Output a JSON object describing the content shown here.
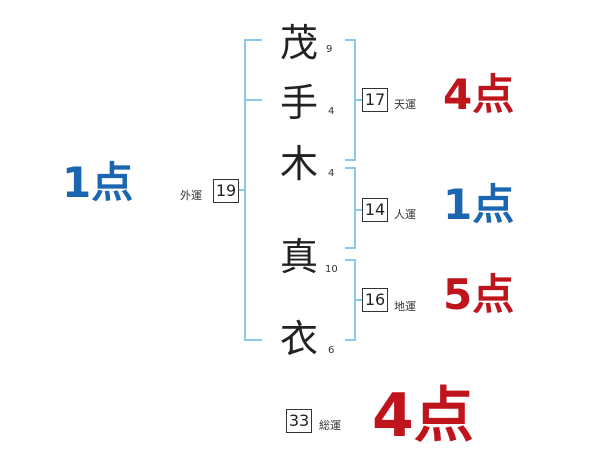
{
  "colors": {
    "red": "#c0141c",
    "blue": "#1a66b0",
    "bracket": "#8ec8e8"
  },
  "characters": [
    {
      "char": "茂",
      "strokes": "9"
    },
    {
      "char": "手",
      "strokes": "4"
    },
    {
      "char": "木",
      "strokes": "4"
    },
    {
      "char": "真",
      "strokes": "10"
    },
    {
      "char": "衣",
      "strokes": "6"
    }
  ],
  "gaikaku": {
    "label": "外運",
    "value": "19",
    "score": "1点"
  },
  "tenkaku": {
    "label": "天運",
    "value": "17",
    "score": "4点"
  },
  "jinkaku": {
    "label": "人運",
    "value": "14",
    "score": "1点"
  },
  "chikaku": {
    "label": "地運",
    "value": "16",
    "score": "5点"
  },
  "soukaku": {
    "label": "総運",
    "value": "33",
    "score": "4点"
  }
}
